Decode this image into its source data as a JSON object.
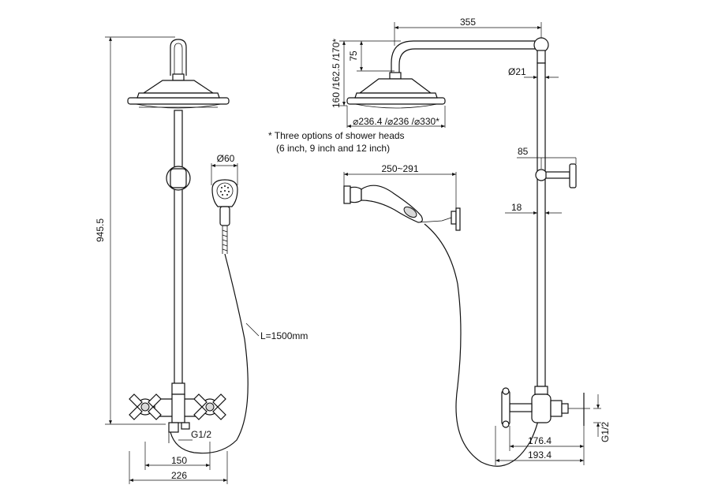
{
  "dimensions": {
    "overall_height": "945.5",
    "handset_diameter": "Ø60",
    "hose_length": "L=1500mm",
    "inlet_left": "G1/2",
    "centres": "150",
    "width_front": "226",
    "arm_reach": "355",
    "arm_drop": "75",
    "head_heights": "160 /162.5 /170*",
    "rail_diameter": "Ø21",
    "head_diameters": "⌀236.4 /⌀236 /⌀330*",
    "bracket_depth": "85",
    "rail_offset": "18",
    "handset_reach": "250~291",
    "projection_1": "176.4",
    "projection_2": "193.4",
    "inlet_right": "G1/2"
  },
  "note": {
    "line1": "* Three options of shower heads",
    "line2": "(6 inch, 9 inch and 12 inch)"
  }
}
